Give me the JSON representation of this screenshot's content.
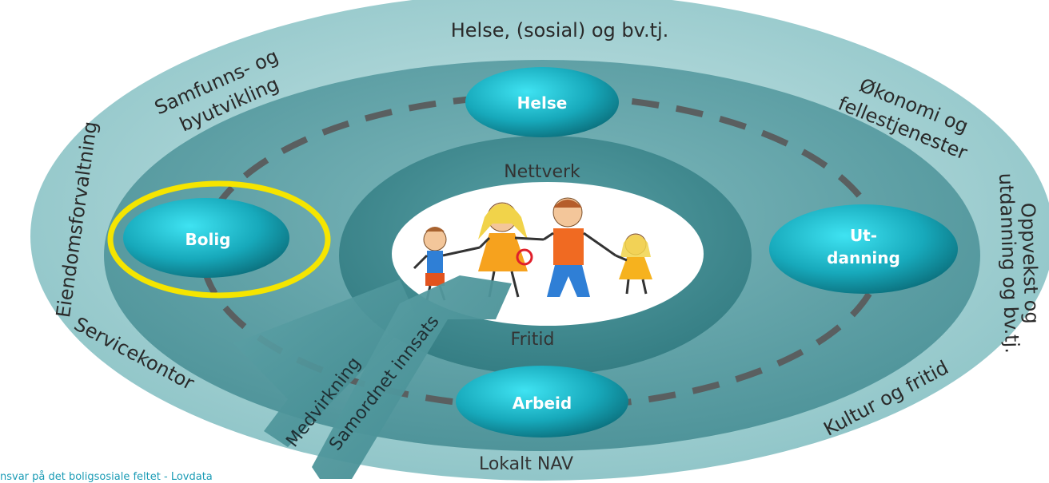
{
  "outer_ring": {
    "top": "Helse, (sosial) og bv.tj.",
    "samfunn_line1": "Samfunns- og",
    "samfunn_line2": "byutvikling",
    "eiendom": "Eiendomsforvaltning",
    "service": "Servicekontor",
    "okonomi_line1": "Økonomi og",
    "okonomi_line2": "fellestjenester",
    "oppvekst_line1": "Oppvekst og",
    "oppvekst_line2": "utdanning og bv.tj.",
    "kultur": "Kultur og fritid",
    "bottom": "Lokalt NAV"
  },
  "nodes": {
    "helse": "Helse",
    "bolig": "Bolig",
    "utdanning_line1": "Ut-",
    "utdanning_line2": "danning",
    "arbeid": "Arbeid"
  },
  "inner_ring": {
    "top": "Nettverk",
    "bottom": "Fritid"
  },
  "arrows": {
    "medvirkning": "Medvirkning",
    "samordnet": "Samordnet innsats"
  },
  "source_caption": "nsvar på det boligsosiale feltet - Lovdata",
  "colors": {
    "outer": "#9fcfd1",
    "middle": "#5fa3a8",
    "inner": "#3f8a90",
    "node": "#1fb4c6",
    "highlight": "#f5e500"
  }
}
